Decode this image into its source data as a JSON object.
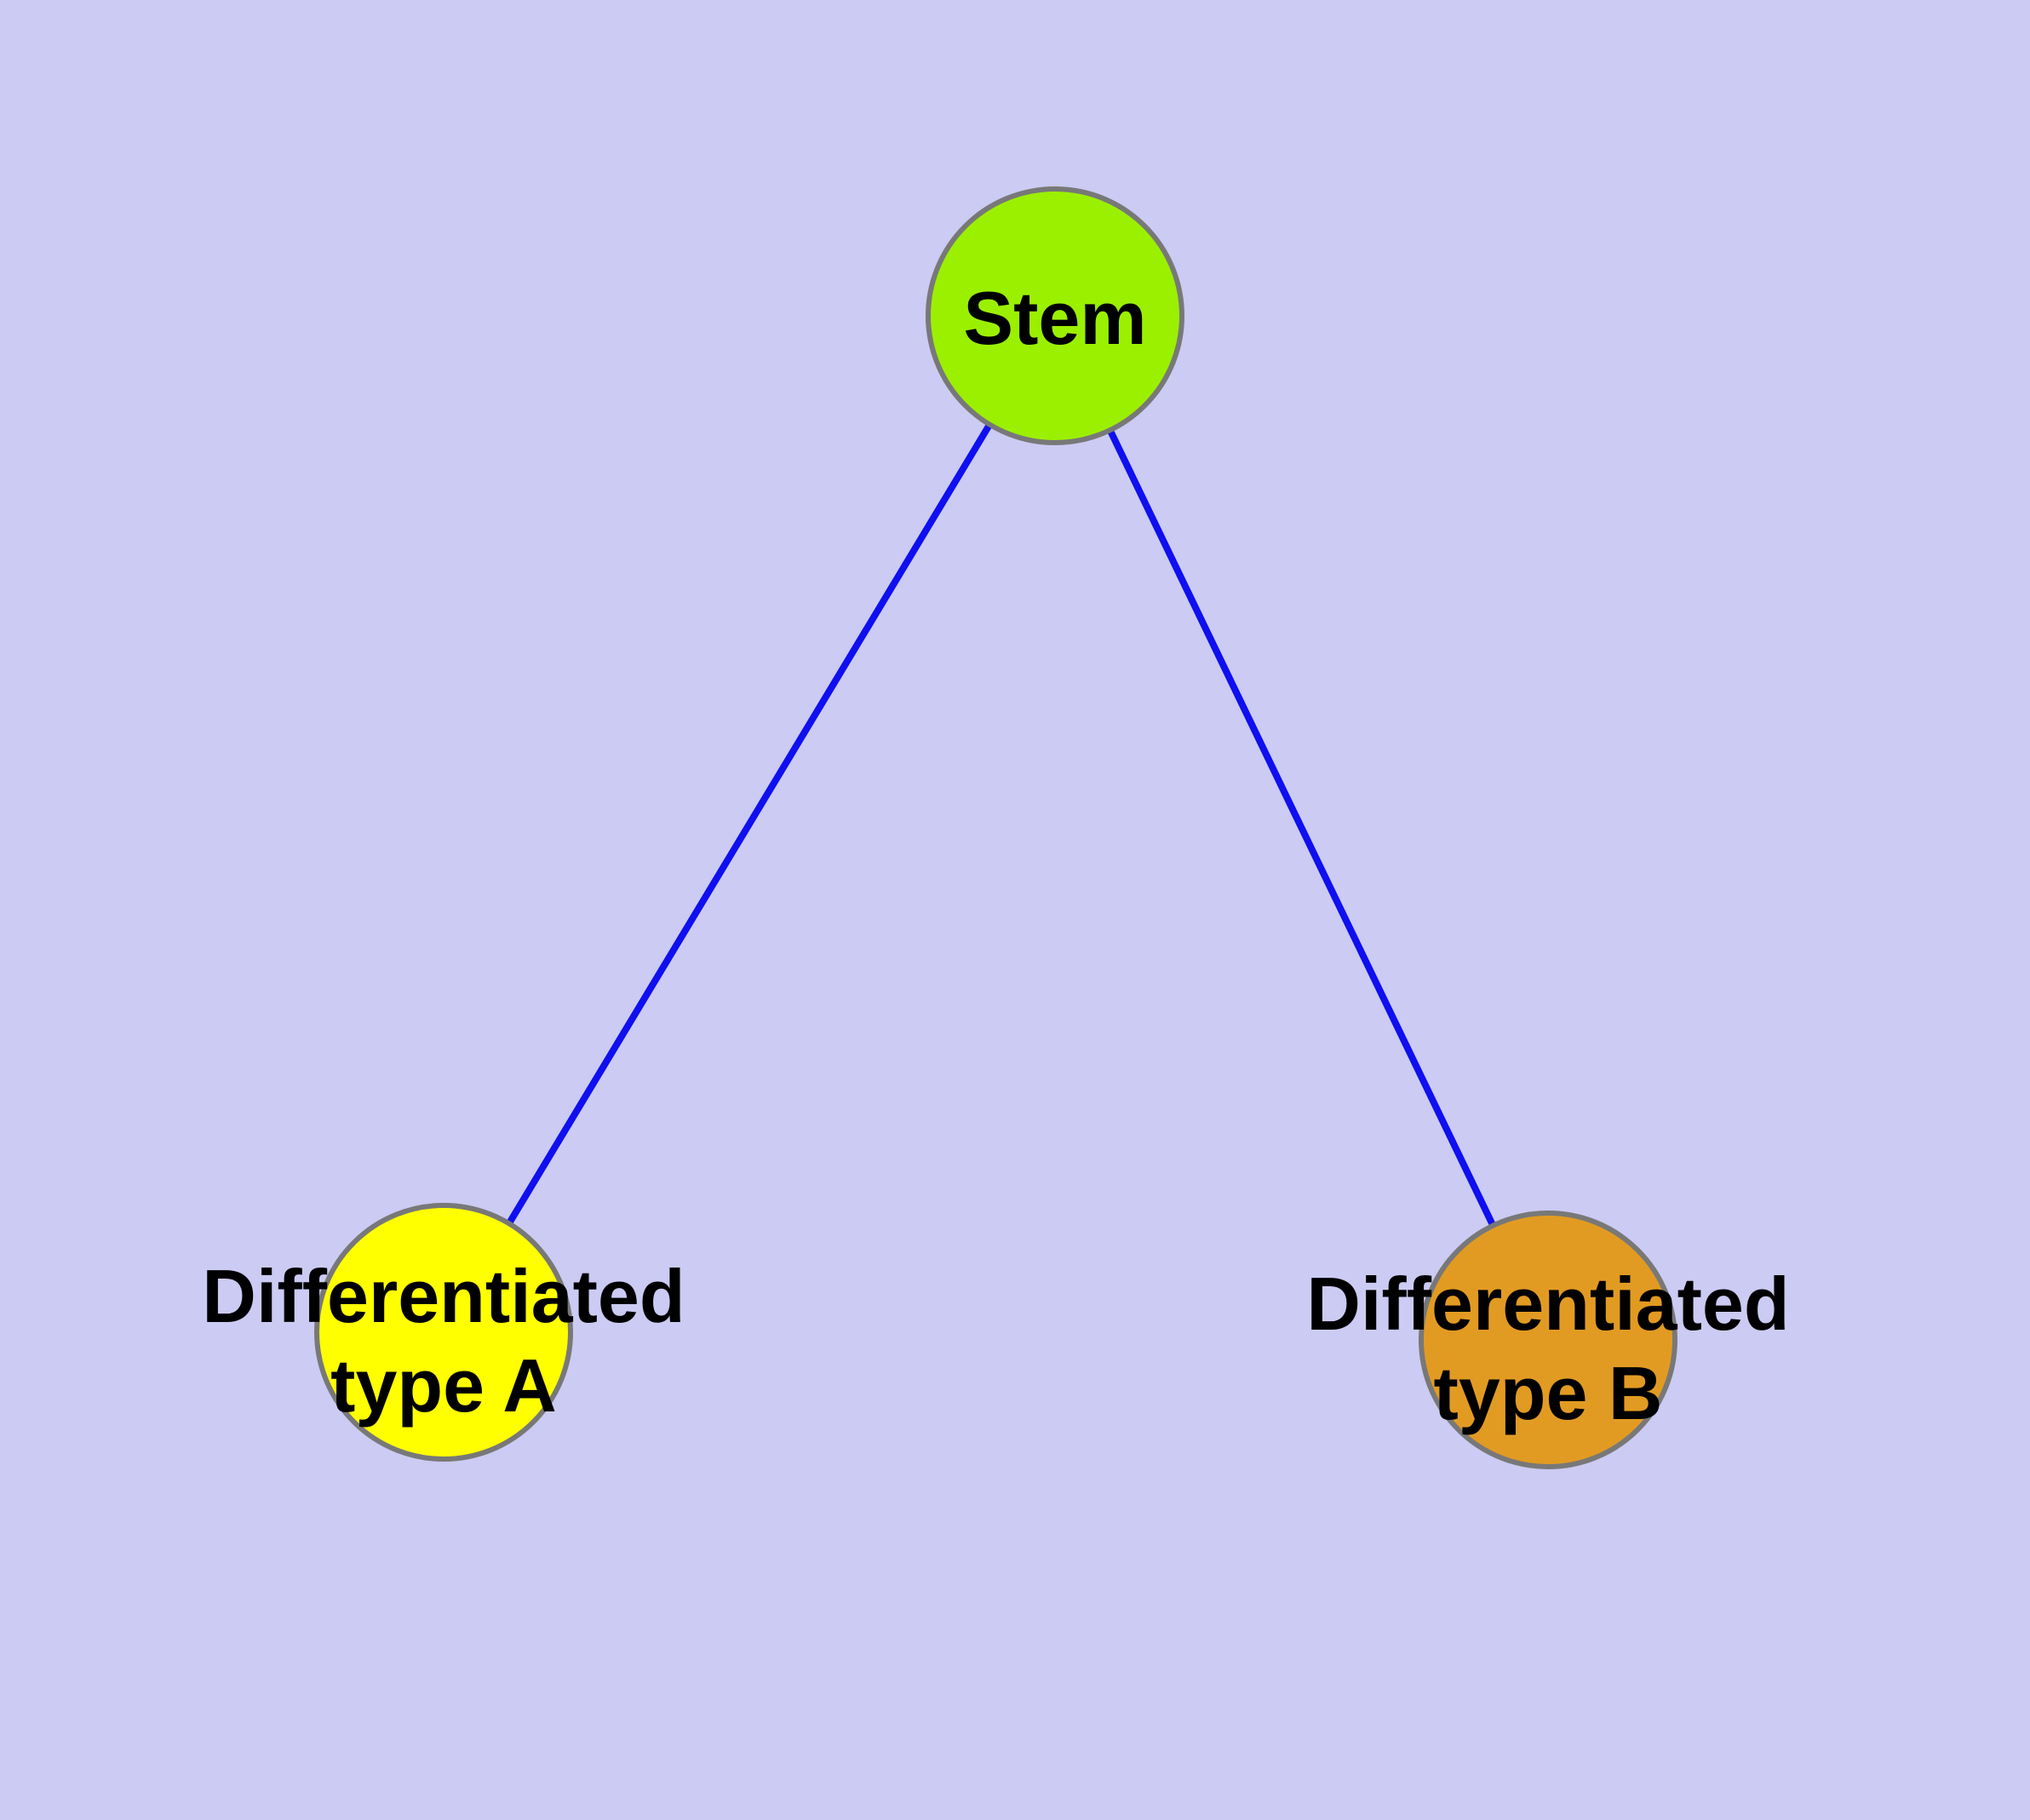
{
  "diagram": {
    "title": "",
    "background_color": "#CBCBF3",
    "edge_color": "#0F0FF0",
    "node_border_color": "#787878",
    "label_color": "#000000",
    "nodes": {
      "stem": {
        "label": "Stem",
        "color": "#9BF000"
      },
      "type_a": {
        "label_line1": "Differentiated",
        "label_line2": "type A",
        "color": "#FFFF00"
      },
      "type_b": {
        "label_line1": "Differentiated",
        "label_line2": "type B",
        "color": "#E29B22"
      }
    },
    "edges": [
      {
        "from": "Stem",
        "to": "Differentiated type A"
      },
      {
        "from": "Stem",
        "to": "Differentiated type B"
      }
    ]
  }
}
